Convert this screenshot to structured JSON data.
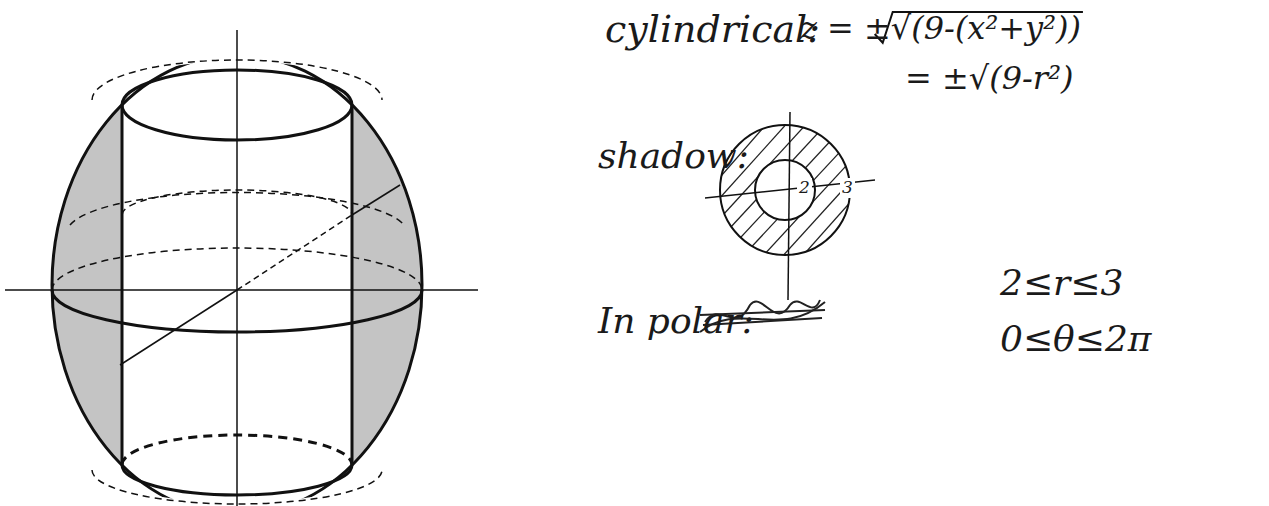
{
  "diagram": {
    "labels": [
      "cylindrical:",
      "z = ±√(9-(x²+y²))",
      "= ±√(9-r²)",
      "shadow:",
      "2",
      "3",
      "In polar:",
      "2≤r≤3",
      "0≤θ≤2π"
    ]
  }
}
